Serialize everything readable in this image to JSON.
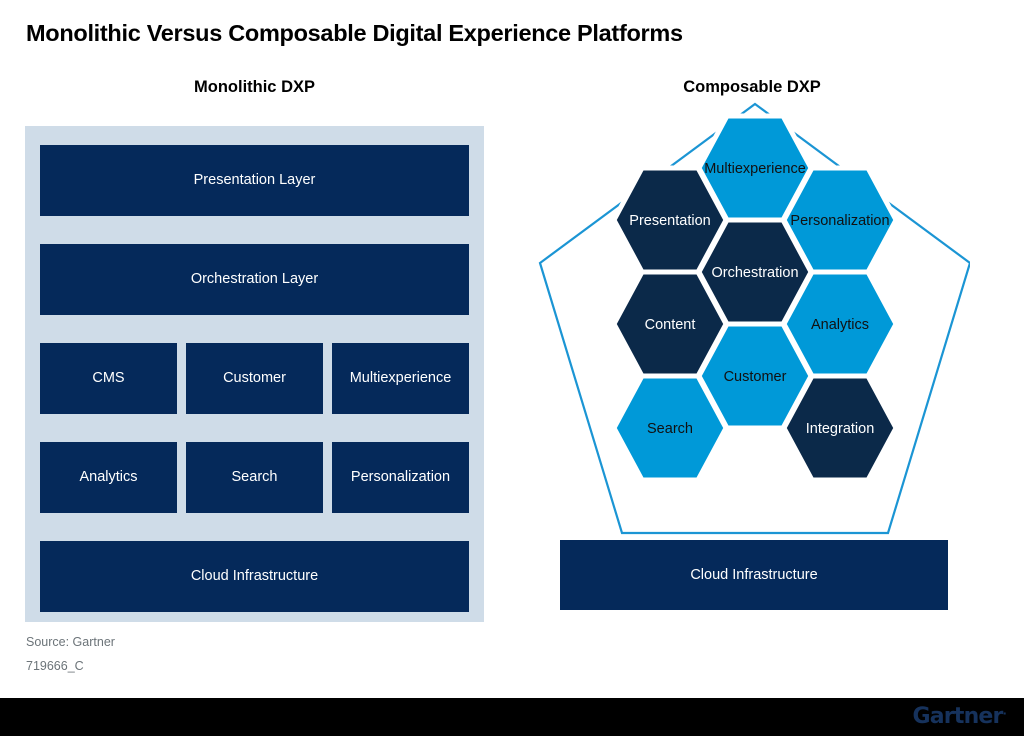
{
  "page_title": "Monolithic Versus Composable Digital Experience Platforms",
  "headings": {
    "monolithic": "Monolithic DXP",
    "composable": "Composable DXP"
  },
  "colors": {
    "dark_navy": "#05295a",
    "deep_navy": "#0b2949",
    "bright_blue": "#0099d8",
    "panel_bg": "#cfdce8",
    "pentagon_stroke": "#1b95d4",
    "footnote_text": "#6c7479",
    "bottom_bar": "#000000",
    "logo_navy": "#16325c"
  },
  "monolithic": {
    "presentation": "Presentation Layer",
    "orchestration": "Orchestration Layer",
    "cms": "CMS",
    "customer": "Customer",
    "multiexperience": "Multiexperience",
    "analytics": "Analytics",
    "search": "Search",
    "personalization": "Personalization",
    "cloud": "Cloud Infrastructure"
  },
  "composable": {
    "hexagons": [
      {
        "id": "multiexperience",
        "label": "Multiexperience",
        "fill": "#0099d8",
        "text": "dark"
      },
      {
        "id": "presentation",
        "label": "Presentation",
        "fill": "#0b2949",
        "text": "light"
      },
      {
        "id": "personalization",
        "label": "Personalization",
        "fill": "#0099d8",
        "text": "dark"
      },
      {
        "id": "orchestration",
        "label": "Orchestration",
        "fill": "#0b2949",
        "text": "light"
      },
      {
        "id": "content",
        "label": "Content",
        "fill": "#0b2949",
        "text": "light"
      },
      {
        "id": "analytics",
        "label": "Analytics",
        "fill": "#0099d8",
        "text": "dark"
      },
      {
        "id": "customer",
        "label": "Customer",
        "fill": "#0099d8",
        "text": "dark"
      },
      {
        "id": "search",
        "label": "Search",
        "fill": "#0099d8",
        "text": "dark"
      },
      {
        "id": "integration",
        "label": "Integration",
        "fill": "#0b2949",
        "text": "light"
      }
    ],
    "cloud": "Cloud Infrastructure"
  },
  "footnotes": {
    "source": "Source: Gartner",
    "chart_id": "719666_C"
  },
  "brand": {
    "logo_text": "Gartner",
    "logo_mark": "."
  }
}
